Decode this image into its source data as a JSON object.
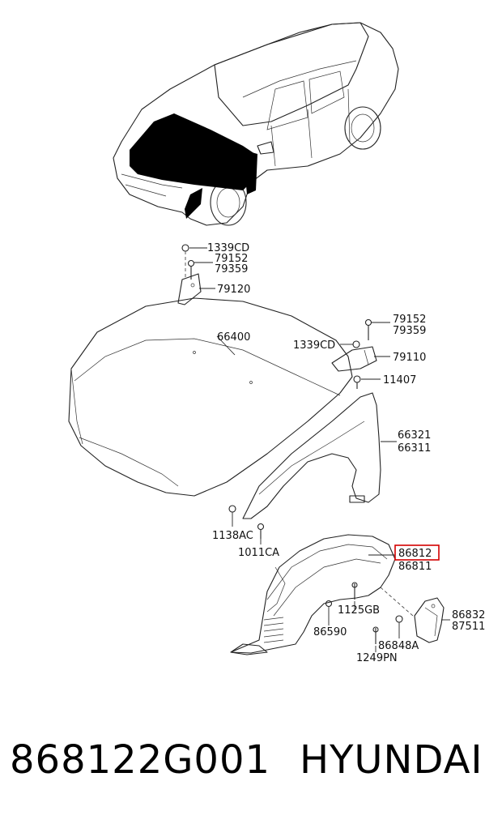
{
  "footer": {
    "part_number": "868122G001",
    "brand": "HYUNDAI"
  },
  "labels": {
    "l_1339CD_top": "1339CD",
    "l_79152_top": "79152",
    "l_79359_top": "79359",
    "l_79120": "79120",
    "l_79152_r": "79152",
    "l_79359_r": "79359",
    "l_66400": "66400",
    "l_1339CD_r": "1339CD",
    "l_79110": "79110",
    "l_11407": "11407",
    "l_66321": "66321",
    "l_66311": "66311",
    "l_1138AC": "1138AC",
    "l_1011CA": "1011CA",
    "l_86812": "86812",
    "l_86811": "86811",
    "l_1125GB": "1125GB",
    "l_86832": "86832",
    "l_87511": "87511",
    "l_86590": "86590",
    "l_86848A": "86848A",
    "l_1249PN": "1249PN"
  },
  "highlight": {
    "color": "#d40000"
  }
}
